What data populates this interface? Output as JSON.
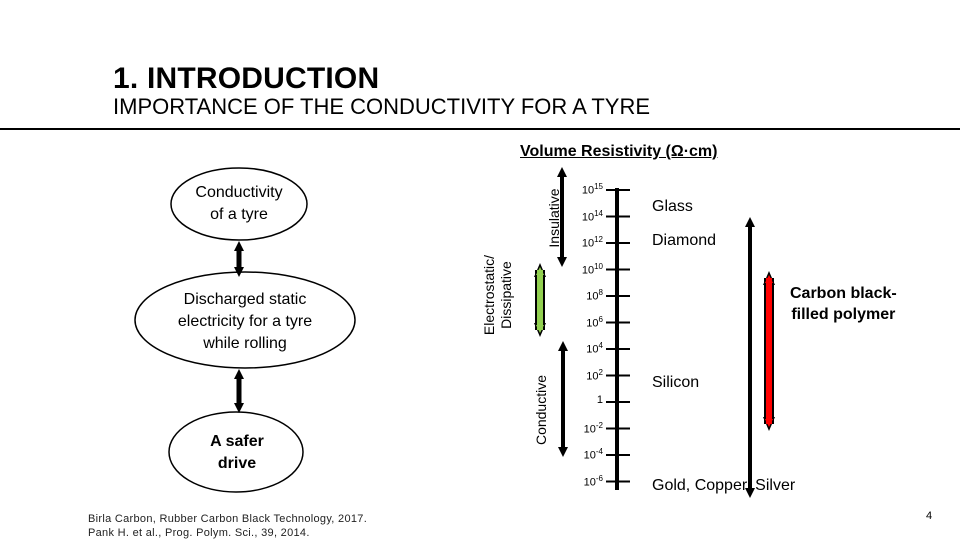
{
  "header": {
    "title": "1. INTRODUCTION",
    "subtitle": "IMPORTANCE OF THE CONDUCTIVITY FOR A TYRE"
  },
  "flow": {
    "step1": [
      "Conductivity",
      "of a tyre"
    ],
    "step2": [
      "Discharged static",
      "electricity for a tyre",
      "while rolling"
    ],
    "step3": [
      "A safer",
      "drive"
    ]
  },
  "scale": {
    "title": "Volume Resistivity (Ω·cm)",
    "ticks": [
      {
        "base": "10",
        "exp": "15"
      },
      {
        "base": "10",
        "exp": "14"
      },
      {
        "base": "10",
        "exp": "12"
      },
      {
        "base": "10",
        "exp": "10"
      },
      {
        "base": "10",
        "exp": "8"
      },
      {
        "base": "10",
        "exp": "6"
      },
      {
        "base": "10",
        "exp": "4"
      },
      {
        "base": "10",
        "exp": "2"
      },
      {
        "base": "1",
        "exp": ""
      },
      {
        "base": "10",
        "exp": "-2"
      },
      {
        "base": "10",
        "exp": "-4"
      },
      {
        "base": "10",
        "exp": "-6"
      }
    ],
    "bands": {
      "insulative": "Insulative",
      "dissipative_line1": "Electrostatic/",
      "dissipative_line2": "Dissipative",
      "conductive": "Conductive"
    },
    "materials": {
      "glass": "Glass",
      "diamond": "Diamond",
      "carbon_line1": "Carbon black-",
      "carbon_line2": "filled polymer",
      "silicon": "Silicon",
      "metals": "Gold, Copper, Silver"
    },
    "colors": {
      "dissipative_bar": "#92d050",
      "carbon_bar": "#ff0000"
    }
  },
  "footer": {
    "ref1": "Birla Carbon, Rubber Carbon Black Technology, 2017.",
    "ref2": "Pank H. et al., Prog. Polym. Sci., 39, 2014."
  },
  "page_number": "4"
}
